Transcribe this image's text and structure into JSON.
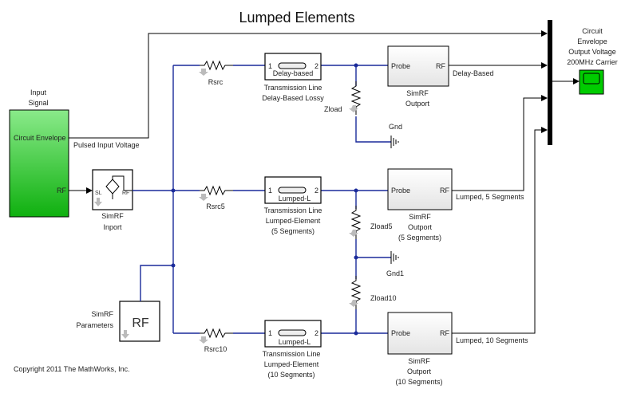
{
  "title": "Lumped Elements",
  "copyright": "Copyright 2011 The MathWorks, Inc.",
  "colors": {
    "signal_block": "#22c022",
    "scope": "#00cc00",
    "physical_line": "#1a2a9a"
  },
  "input_signal": {
    "label_1": "Input",
    "label_2": "Signal",
    "port_envelope": "Circuit Envelope",
    "port_rf": "RF"
  },
  "pulsed_label": "Pulsed Input Voltage",
  "inport": {
    "label_1": "SimRF",
    "label_2": "Inport",
    "port_sl": "SL",
    "port_rf": "RF"
  },
  "parameters": {
    "label_1": "SimRF",
    "label_2": "Parameters",
    "icon": "RF"
  },
  "rows": [
    {
      "rsrc": "Rsrc",
      "tline_icon": "Delay-based",
      "tline_label_1": "Transmission Line",
      "tline_label_2": "Delay-Based Lossy",
      "tline_label_3": "",
      "outport_label_1": "SimRF",
      "outport_label_2": "Outport",
      "outport_label_3": "",
      "signal": "Delay-Based"
    },
    {
      "rsrc": "Rsrc5",
      "tline_icon": "Lumped-L",
      "tline_label_1": "Transmission Line",
      "tline_label_2": "Lumped-Element",
      "tline_label_3": "(5 Segments)",
      "outport_label_1": "SimRF",
      "outport_label_2": "Outport",
      "outport_label_3": "(5 Segments)",
      "signal": "Lumped, 5 Segments"
    },
    {
      "rsrc": "Rsrc10",
      "tline_icon": "Lumped-L",
      "tline_label_1": "Transmission Line",
      "tline_label_2": "Lumped-Element",
      "tline_label_3": "(10 Segments)",
      "outport_label_1": "SimRF",
      "outport_label_2": "Outport",
      "outport_label_3": "(10 Segments)",
      "signal": "Lumped, 10 Segments"
    }
  ],
  "port_labels": {
    "p1": "1",
    "p2": "2",
    "probe": "Probe",
    "rf": "RF"
  },
  "loads": {
    "zload": "Zload",
    "zload5": "Zload5",
    "zload10": "Zload10",
    "gnd": "Gnd",
    "gnd1": "Gnd1"
  },
  "scope": {
    "label_1": "Circuit",
    "label_2": "Envelope",
    "label_3": "Output Voltage",
    "label_4": "200MHz Carrier"
  }
}
